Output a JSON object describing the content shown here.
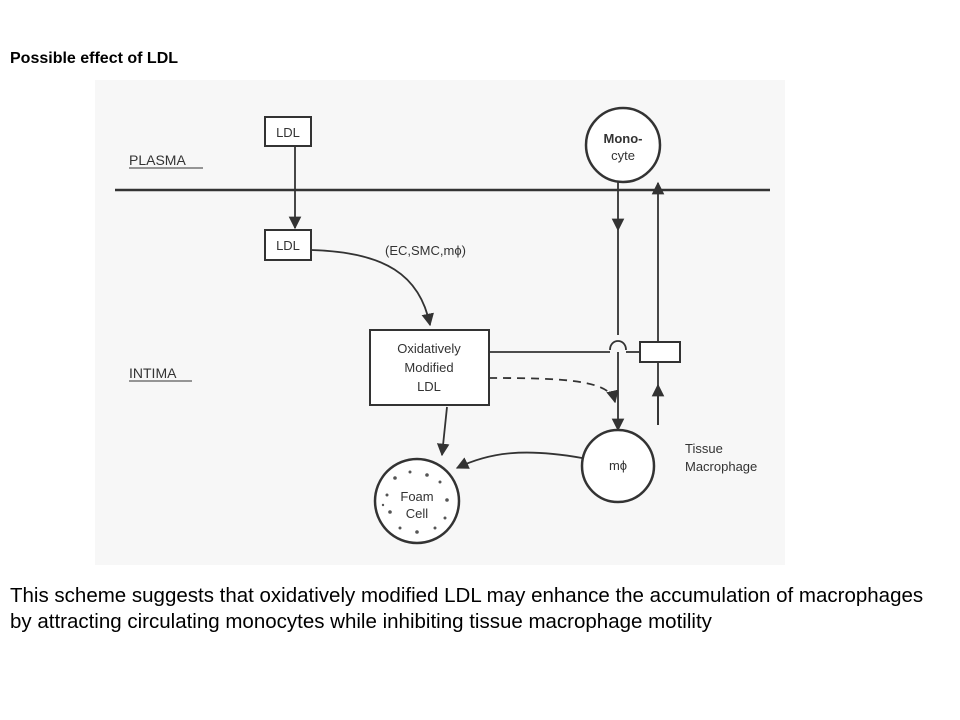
{
  "title": "Possible effect of LDL",
  "diagram": {
    "region_labels": {
      "plasma": "PLASMA",
      "intima": "INTIMA"
    },
    "nodes": {
      "ldl_plasma": "LDL",
      "ldl_intima": "LDL",
      "monocyte_line1": "Mono-",
      "monocyte_line2": "cyte",
      "oxidized_line1": "Oxidatively",
      "oxidized_line2": "Modified",
      "oxidized_line3": "LDL",
      "macrophage": "mϕ",
      "foam_line1": "Foam",
      "foam_line2": "Cell",
      "tissue_line1": "Tissue",
      "tissue_line2": "Macrophage"
    },
    "edge_labels": {
      "modification": "(EC,SMC,mϕ)"
    }
  },
  "caption": "This scheme suggests that oxidatively modified LDL may enhance the accumulation of macrophages by attracting circulating monocytes while inhibiting tissue macrophage motility"
}
